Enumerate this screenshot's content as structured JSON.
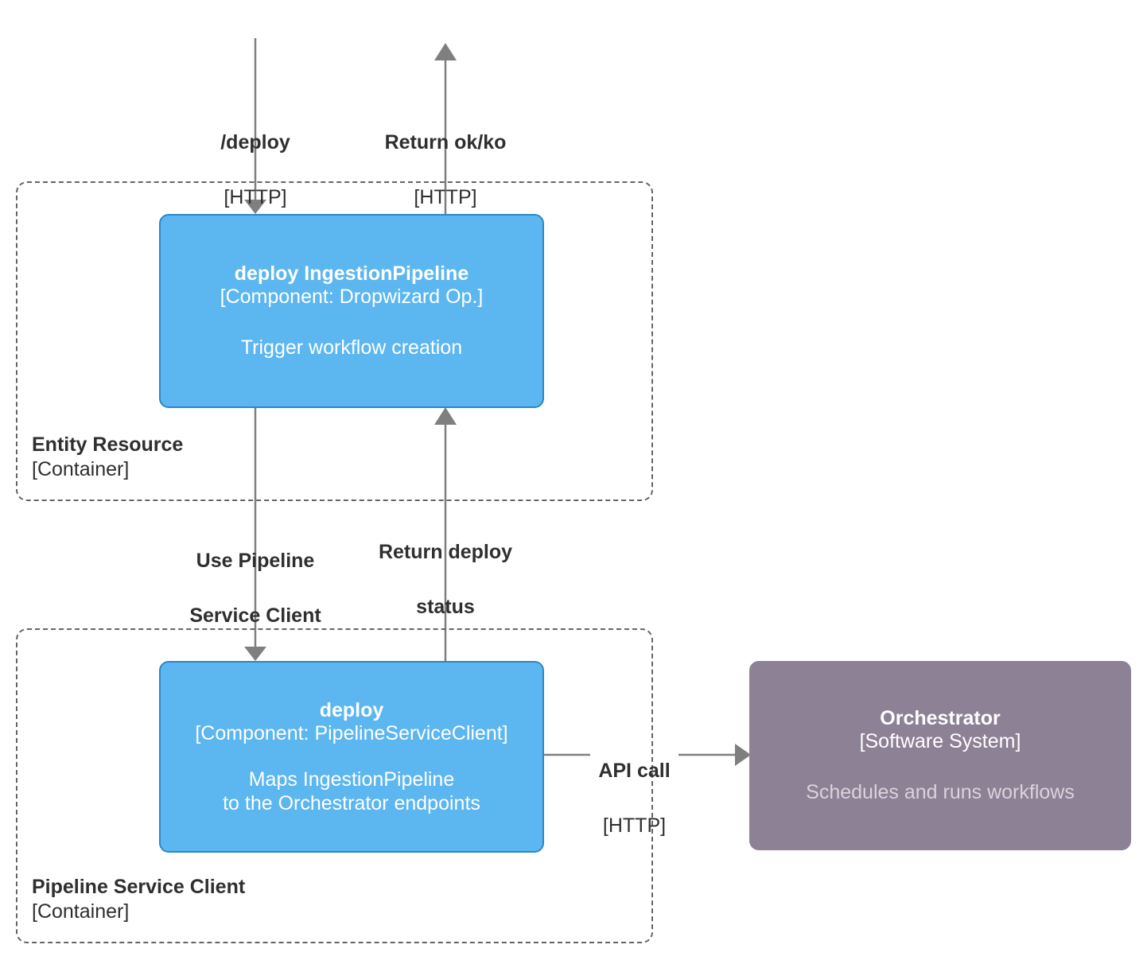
{
  "diagram": {
    "type": "c4-component-diagram",
    "colors": {
      "component_fill": "#5cb6ef",
      "component_stroke": "#2e86c8",
      "system_fill": "#8c8195",
      "system_desc_text": "#d8d4db",
      "boundary_stroke": "#61656b",
      "arrow": "#7f7f7f",
      "text": "#2f2f2f"
    },
    "boundaries": [
      {
        "id": "entity-resource",
        "title": "Entity Resource",
        "type": "[Container]"
      },
      {
        "id": "pipeline-service-client",
        "title": "Pipeline Service Client",
        "type": "[Container]"
      }
    ],
    "nodes": [
      {
        "id": "deploy-ingestion-pipeline",
        "title": "deploy IngestionPipeline",
        "tech": "[Component: Dropwizard Op.]",
        "description": "Trigger workflow creation",
        "style": "component"
      },
      {
        "id": "deploy",
        "title": "deploy",
        "tech": "[Component: PipelineServiceClient]",
        "description_line1": "Maps IngestionPipeline",
        "description_line2": "to the Orchestrator endpoints",
        "style": "component"
      },
      {
        "id": "orchestrator",
        "title": "Orchestrator",
        "tech": "[Software System]",
        "description": "Schedules and runs workflows",
        "style": "system"
      }
    ],
    "edges": [
      {
        "id": "deploy-request",
        "label": "/deploy",
        "tech": "[HTTP]",
        "direction": "down"
      },
      {
        "id": "return-ok-ko",
        "label": "Return ok/ko",
        "tech": "[HTTP]",
        "direction": "up"
      },
      {
        "id": "use-pipeline-service-client",
        "label_line1": "Use Pipeline",
        "label_line2": "Service Client",
        "direction": "down"
      },
      {
        "id": "return-deploy-status",
        "label_line1": "Return deploy",
        "label_line2": "status",
        "direction": "up"
      },
      {
        "id": "api-call",
        "label": "API call",
        "tech": "[HTTP]",
        "direction": "right"
      }
    ]
  }
}
